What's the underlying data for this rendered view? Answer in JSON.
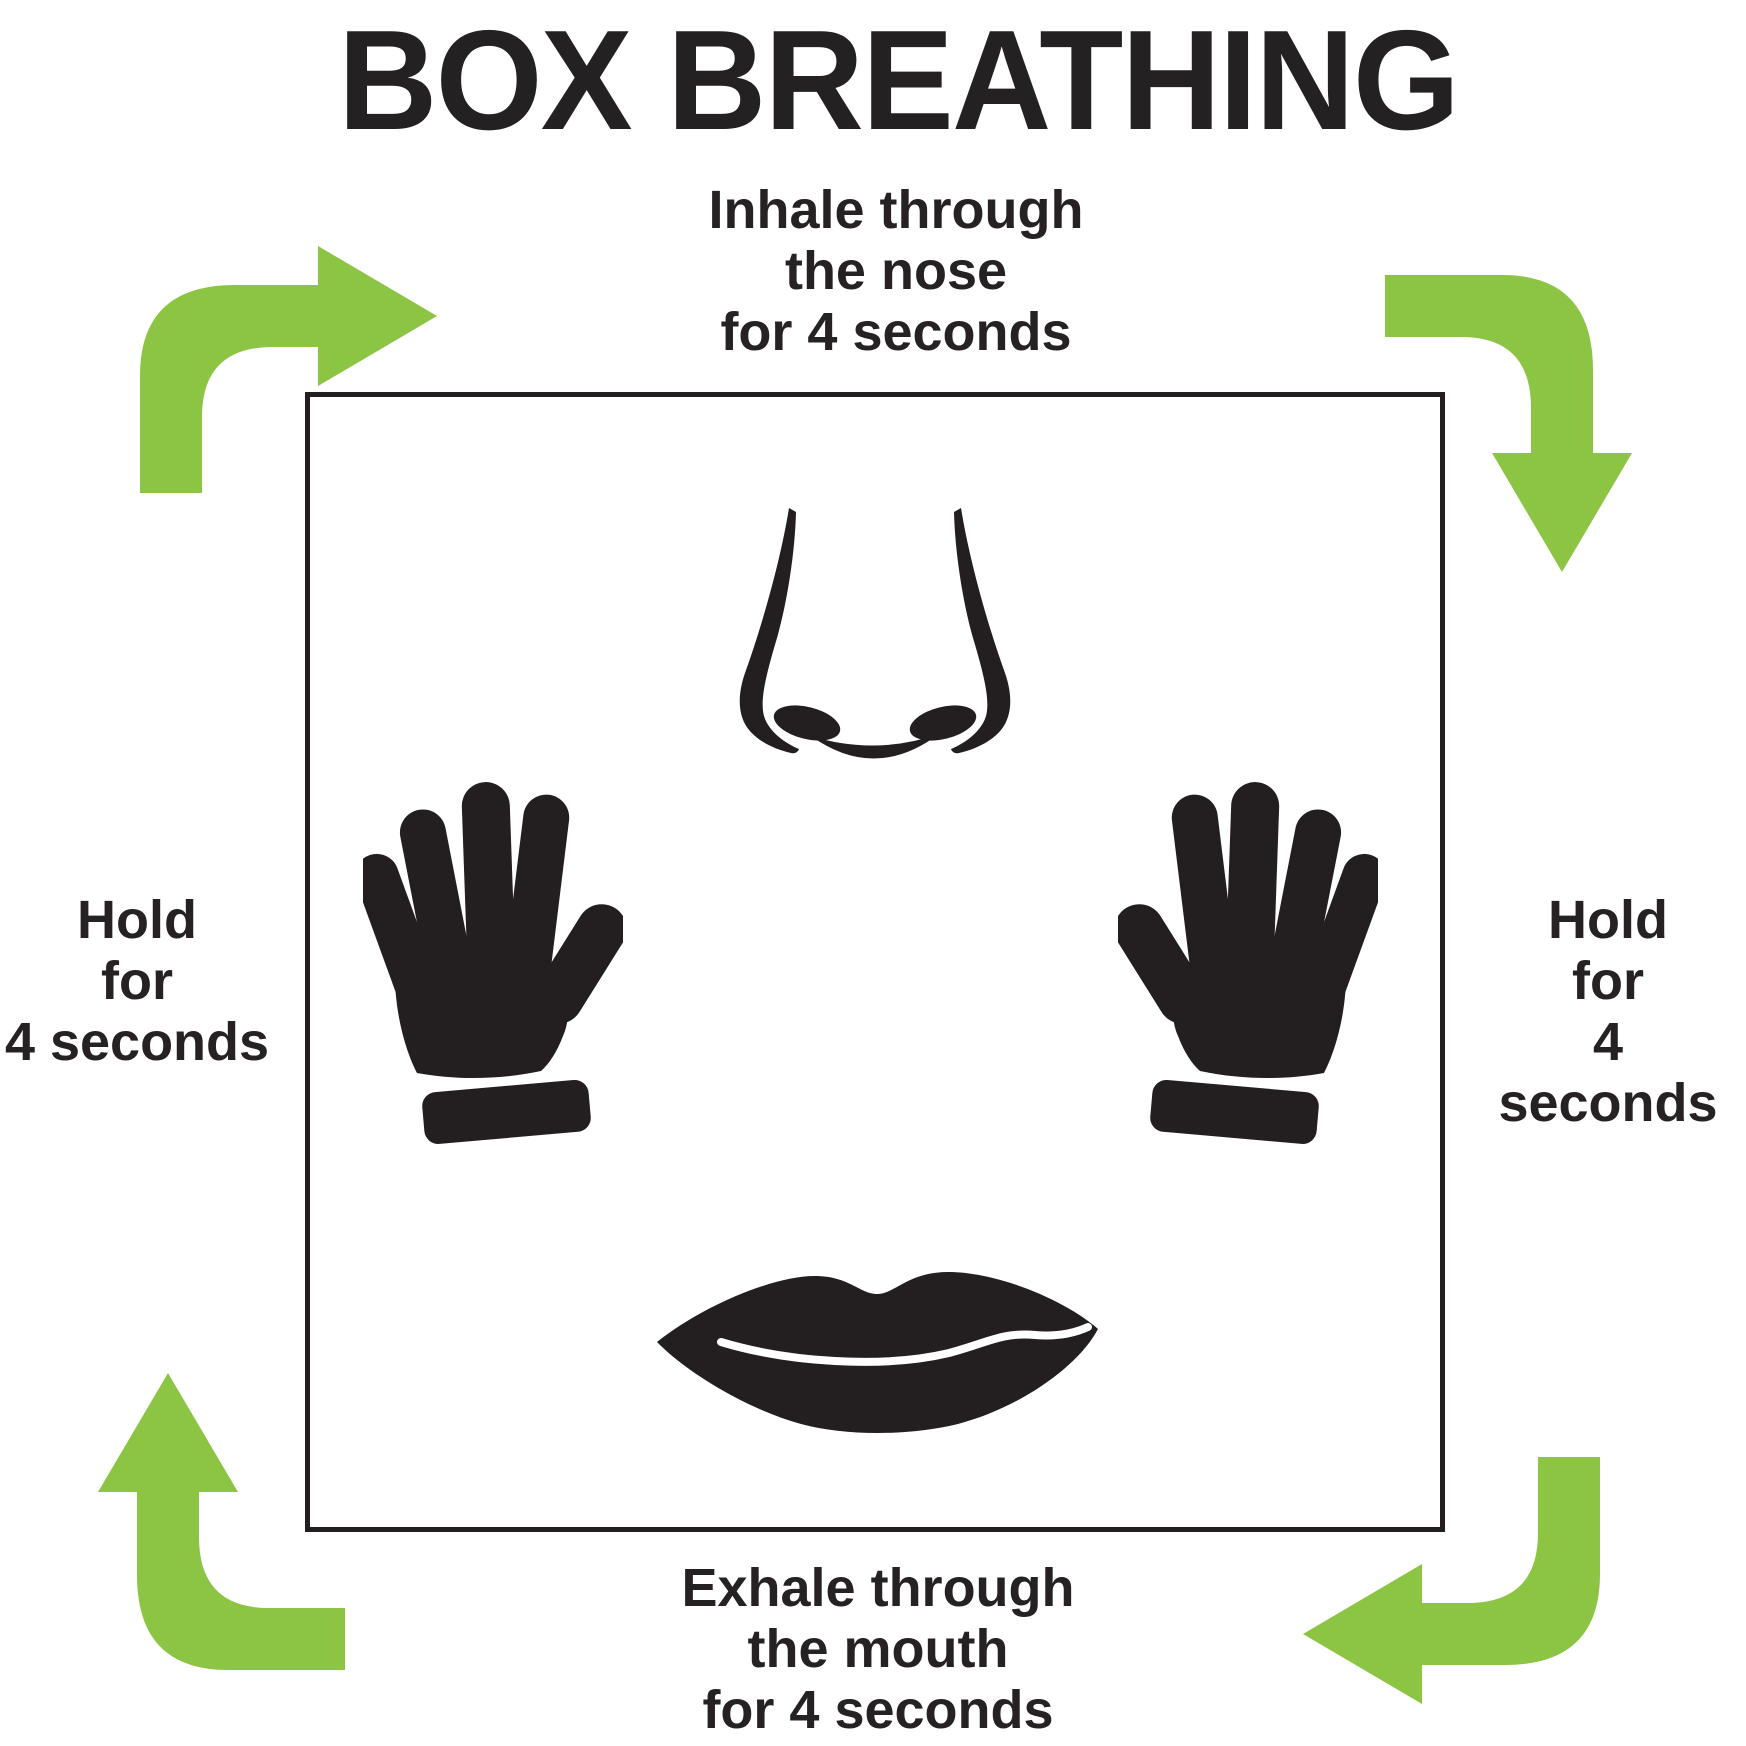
{
  "title": "BOX BREATHING",
  "steps": {
    "top": "Inhale through\nthe nose\nfor 4 seconds",
    "right": "Hold\nfor\n4 seconds",
    "bottom": "Exhale through\nthe mouth\nfor 4 seconds",
    "left": "Hold\nfor\n4 seconds"
  },
  "colors": {
    "arrow_green": "#8CC444",
    "ink": "#231F20",
    "background": "#FFFFFF",
    "mouth_line": "#FFFFFF"
  },
  "icons": {
    "top_left_arrow": "curved-arrow-up-to-right-icon",
    "top_right_arrow": "curved-arrow-right-to-down-icon",
    "bottom_right_arrow": "curved-arrow-down-to-left-icon",
    "bottom_left_arrow": "curved-arrow-left-to-up-icon",
    "nose": "nose-icon",
    "left_hand": "left-hand-icon",
    "right_hand": "right-hand-icon",
    "lips": "lips-icon"
  },
  "flow_direction": "clockwise"
}
